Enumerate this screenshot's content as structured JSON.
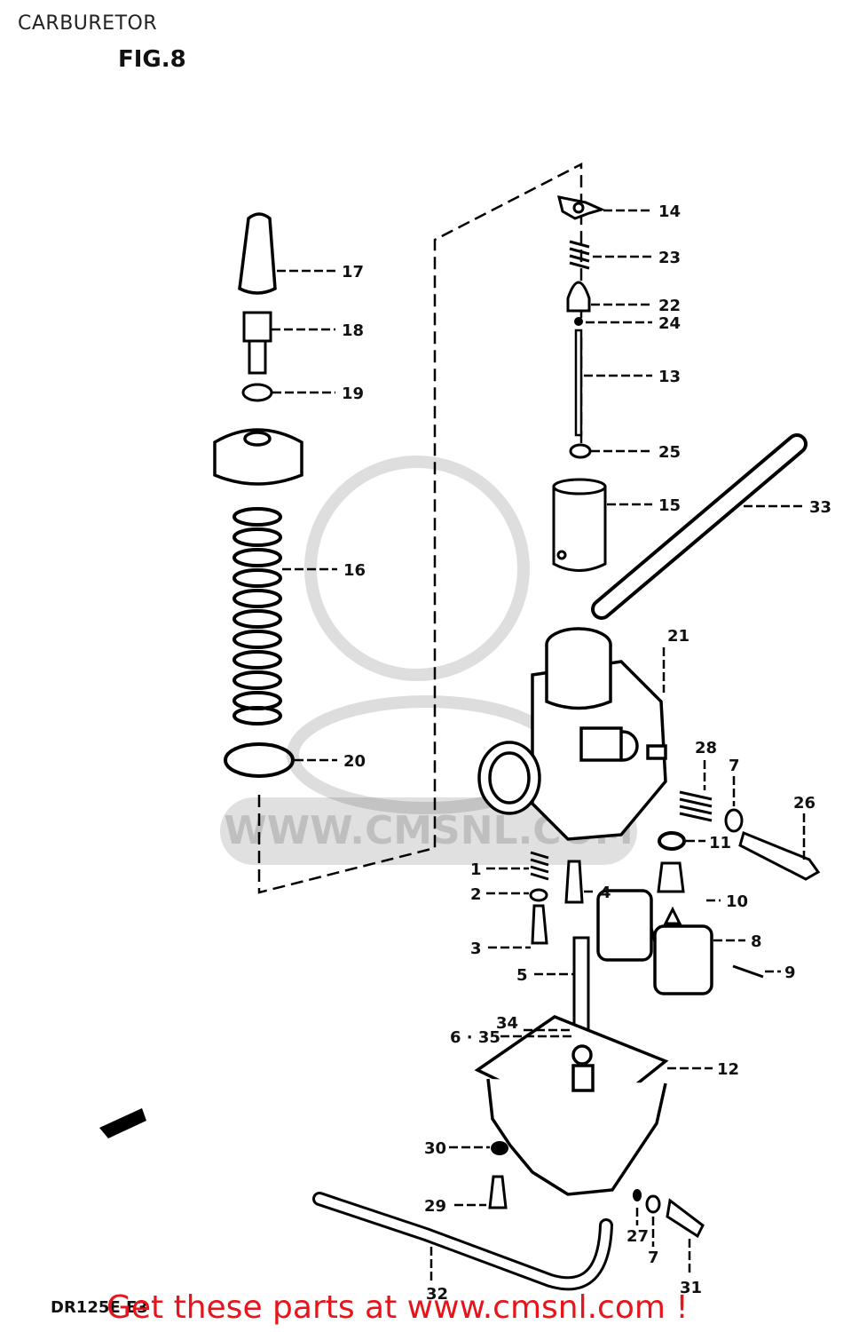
{
  "header": {
    "title": "CARBURETOR",
    "figure": "FIG.8"
  },
  "watermark": "WWW.CMSNL.COM",
  "footer": {
    "model": "DR125E E3",
    "ad": "Get these parts at www.cmsnl.com !"
  },
  "parts": [
    {
      "id": "p14",
      "label": "14"
    },
    {
      "id": "p23",
      "label": "23"
    },
    {
      "id": "p22",
      "label": "22"
    },
    {
      "id": "p24",
      "label": "24"
    },
    {
      "id": "p13",
      "label": "13"
    },
    {
      "id": "p25",
      "label": "25"
    },
    {
      "id": "p15",
      "label": "15"
    },
    {
      "id": "p33",
      "label": "33"
    },
    {
      "id": "p17",
      "label": "17"
    },
    {
      "id": "p18",
      "label": "18"
    },
    {
      "id": "p19",
      "label": "19"
    },
    {
      "id": "p16",
      "label": "16"
    },
    {
      "id": "p20",
      "label": "20"
    },
    {
      "id": "p21",
      "label": "21"
    },
    {
      "id": "p28",
      "label": "28"
    },
    {
      "id": "p7a",
      "label": "7"
    },
    {
      "id": "p26",
      "label": "26"
    },
    {
      "id": "p11",
      "label": "11"
    },
    {
      "id": "p1",
      "label": "1"
    },
    {
      "id": "p2",
      "label": "2"
    },
    {
      "id": "p4",
      "label": "4"
    },
    {
      "id": "p10",
      "label": "10"
    },
    {
      "id": "p3",
      "label": "3"
    },
    {
      "id": "p8",
      "label": "8"
    },
    {
      "id": "p5",
      "label": "5"
    },
    {
      "id": "p9",
      "label": "9"
    },
    {
      "id": "p34",
      "label": "34"
    },
    {
      "id": "p635",
      "label": "6 · 35"
    },
    {
      "id": "p12",
      "label": "12"
    },
    {
      "id": "p30",
      "label": "30"
    },
    {
      "id": "p29",
      "label": "29"
    },
    {
      "id": "p27",
      "label": "27"
    },
    {
      "id": "p7b",
      "label": "7"
    },
    {
      "id": "p31",
      "label": "31"
    },
    {
      "id": "p32",
      "label": "32"
    }
  ]
}
